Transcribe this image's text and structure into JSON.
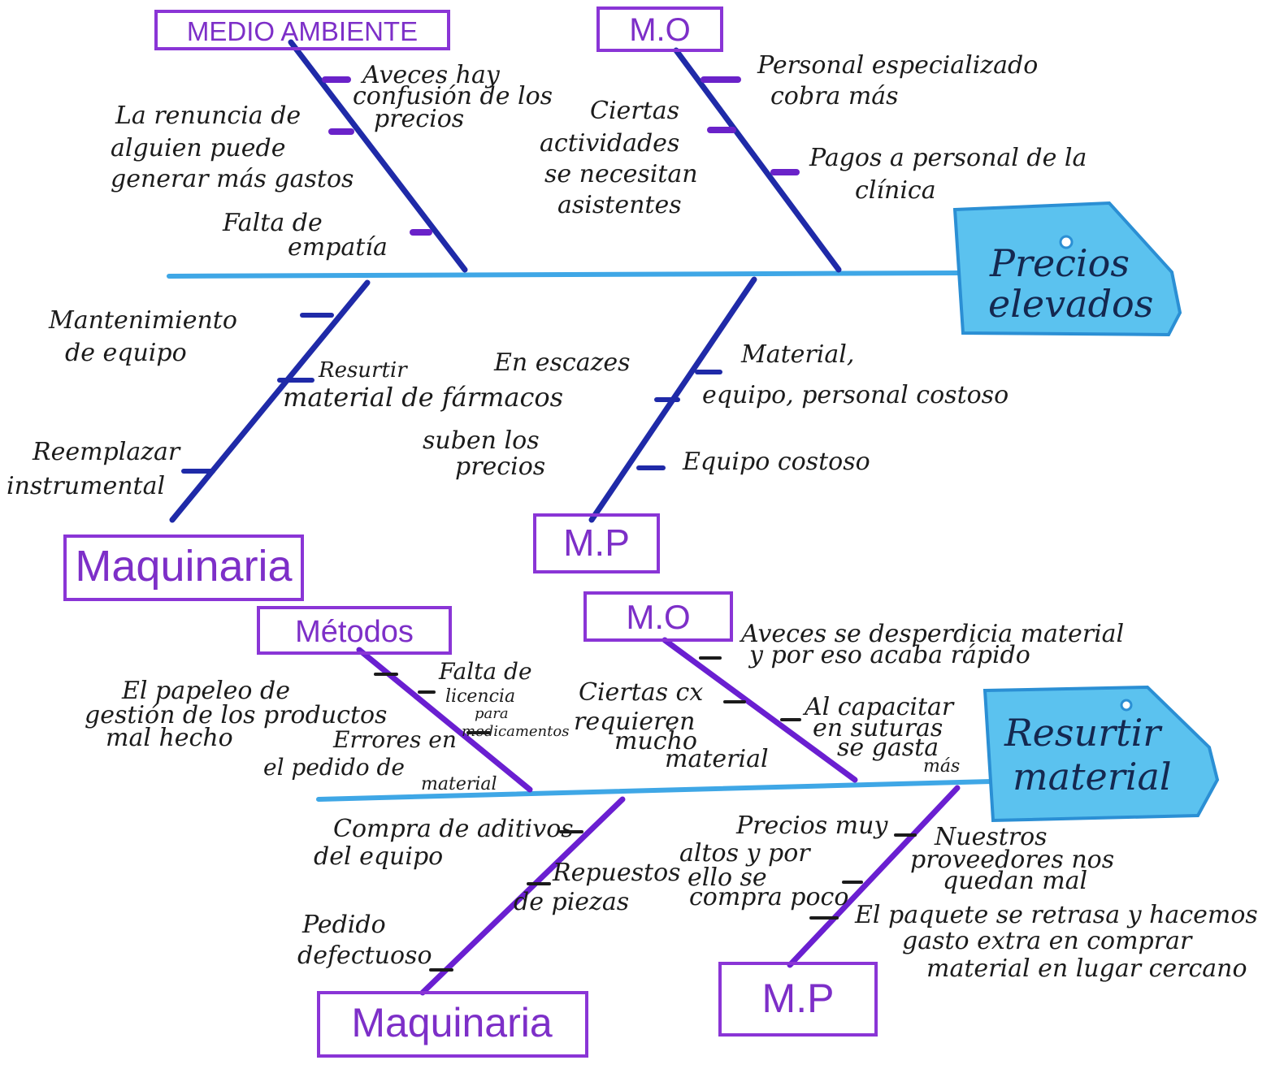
{
  "colors": {
    "spine": "#3fa7e6",
    "bone_top": "#1f2aa8",
    "bone_bottom": "#6a1fd1",
    "label_box": "#8a35d6",
    "head_fill": "#5bc2ef",
    "head_stroke": "#2b8fd4"
  },
  "diagram1": {
    "effect": [
      "Precios",
      "elevados"
    ],
    "categories": {
      "medio_ambiente": "MEDIO AMBIENTE",
      "mo": "M.O",
      "maquinaria": "Maquinaria",
      "mp": "M.P"
    },
    "causes": {
      "ma_1": [
        "Aveces hay",
        "confusión de los",
        "precios"
      ],
      "ma_2": [
        "La renuncia de",
        "alguien puede",
        "generar más gastos"
      ],
      "ma_3": [
        "Falta de",
        "empatía"
      ],
      "mo_1": [
        "Personal especializado",
        "cobra más"
      ],
      "mo_2": [
        "Ciertas",
        "actividades",
        "se necesitan",
        "asistentes"
      ],
      "mo_3": [
        "Pagos a personal de la",
        "clínica"
      ],
      "maq_1": [
        "Mantenimiento",
        "de equipo"
      ],
      "maq_2": [
        "Resurtir",
        "material de fármacos"
      ],
      "maq_3": [
        "Reemplazar",
        "instrumental"
      ],
      "mp_1": [
        "En escazes",
        "",
        "suben los",
        "precios"
      ],
      "mp_2": [
        "Material,",
        "equipo, personal costoso"
      ],
      "mp_3": [
        "Equipo costoso"
      ]
    }
  },
  "diagram2": {
    "effect": [
      "Resurtir",
      "material"
    ],
    "categories": {
      "metodos": "Métodos",
      "mo": "M.O",
      "maquinaria": "Maquinaria",
      "mp": "M.P"
    },
    "causes": {
      "met_1": [
        "El papeleo de",
        "gestión de los productos",
        "mal hecho"
      ],
      "met_2": [
        "Falta de",
        "licencia",
        "para",
        "medicamentos"
      ],
      "met_3": [
        "Errores en",
        "el pedido de",
        "material"
      ],
      "mo_1": [
        "Aveces se desperdicia material",
        "y por eso acaba rápido"
      ],
      "mo_2": [
        "Ciertas cx",
        "requieren",
        "mucho",
        "material"
      ],
      "mo_3": [
        "Al capacitar",
        "en suturas",
        "se gasta",
        "más"
      ],
      "maq_1": [
        "Compra de aditivos",
        "del equipo"
      ],
      "maq_2": [
        "Repuestos",
        "de piezas"
      ],
      "maq_3": [
        "Pedido",
        "defectuoso"
      ],
      "mp_1": [
        "Precios muy",
        "altos y por",
        "ello se",
        "compra poco"
      ],
      "mp_2": [
        "Nuestros",
        "proveedores nos",
        "quedan mal"
      ],
      "mp_3": [
        "El paquete se retrasa y hacemos",
        "gasto extra en comprar",
        "material en lugar cercano"
      ]
    }
  }
}
